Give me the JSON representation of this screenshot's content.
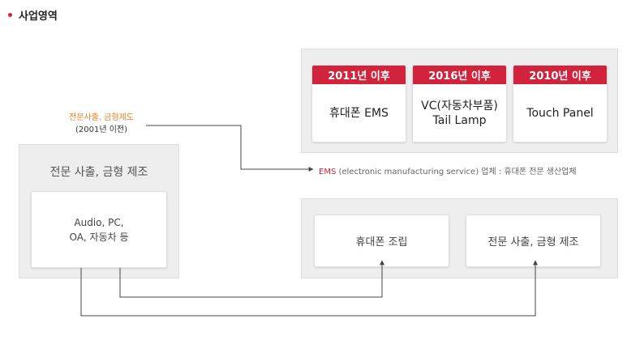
{
  "colors": {
    "accent_red": "#d2233c",
    "accent_orange": "#ee7f24",
    "connector": "#444444"
  },
  "section_title": "사업영역",
  "legacy": {
    "label": "전문사출, 금형제도",
    "period": "(2001년 이전)"
  },
  "left_panel": {
    "title": "전문 사출, 금형 제조",
    "card_line1": "Audio, PC,",
    "card_line2": "OA, 자동차 등"
  },
  "timeline": [
    {
      "year": "2011년 이후",
      "line1": "휴대폰 EMS",
      "line2": ""
    },
    {
      "year": "2016년 이후",
      "line1": "VC(자동차부품)",
      "line2": "Tail Lamp"
    },
    {
      "year": "2010년 이후",
      "line1": "Touch Panel",
      "line2": ""
    }
  ],
  "ems_note": {
    "abbr": "EMS",
    "text": " (electronic manufacturing service) 업체 : 휴대폰 전문 생산업체"
  },
  "bottom_panel": {
    "left_card": "휴대폰 조립",
    "right_card": "전문 사출, 금형 제조"
  }
}
